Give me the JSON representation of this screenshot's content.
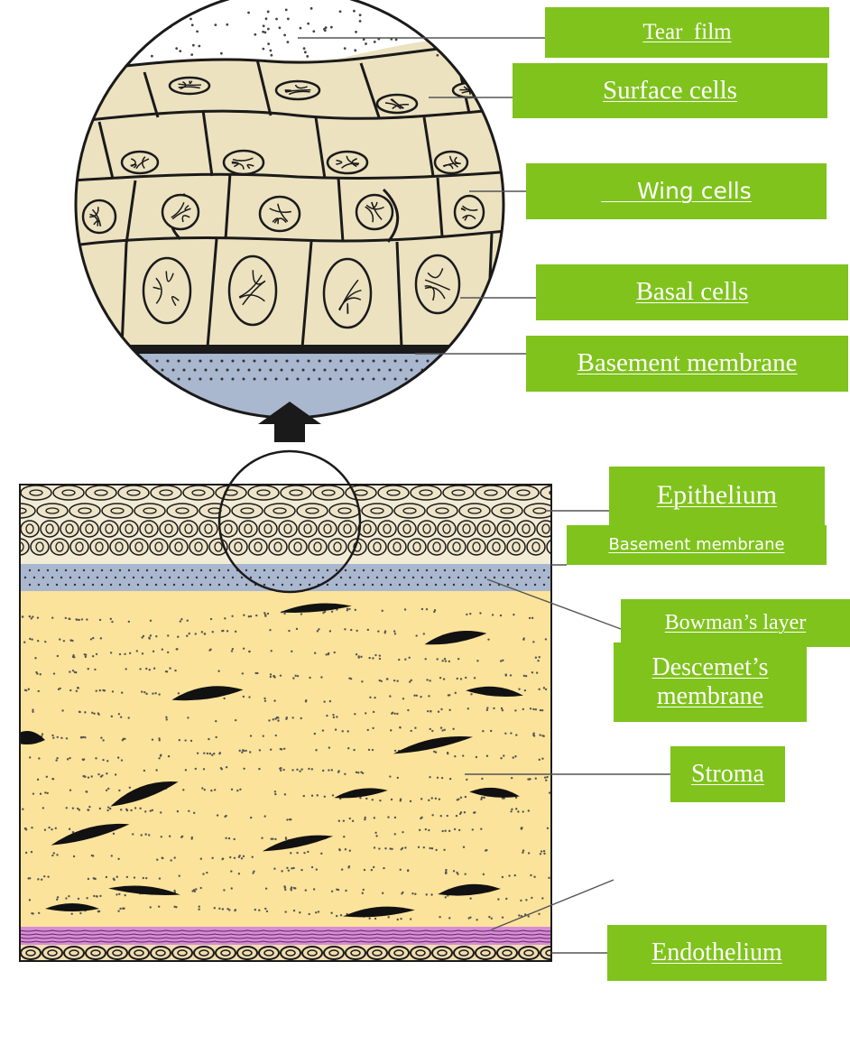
{
  "colors": {
    "label_bg": "#7fc31c",
    "label_text": "#ffffff",
    "outline": "#1a1a1a",
    "cell_fill": "#ece2c0",
    "tear_film": "#ffffff",
    "bowman": "#a9b7cf",
    "stroma": "#fce39b",
    "descemet": "#d98bd8",
    "endothelium": "#f0ddb0"
  },
  "labels": {
    "tear_film": "Tear  film",
    "surface_cells": "Surface cells",
    "wing_cells": "     Wing cells",
    "basal_cells": "Basal cells",
    "basement_membrane_top": "Basement membrane",
    "epithelium": "Epithelium",
    "basement_membrane_bottom": "Basement membrane",
    "bowmans_layer": "Bowman’s layer",
    "stroma": "Stroma",
    "descemets_line1": "Descemet’s",
    "descemets_line2": "membrane",
    "endothelium": "Endothelium"
  },
  "icons": [
    "magnify-arrow-icon"
  ]
}
